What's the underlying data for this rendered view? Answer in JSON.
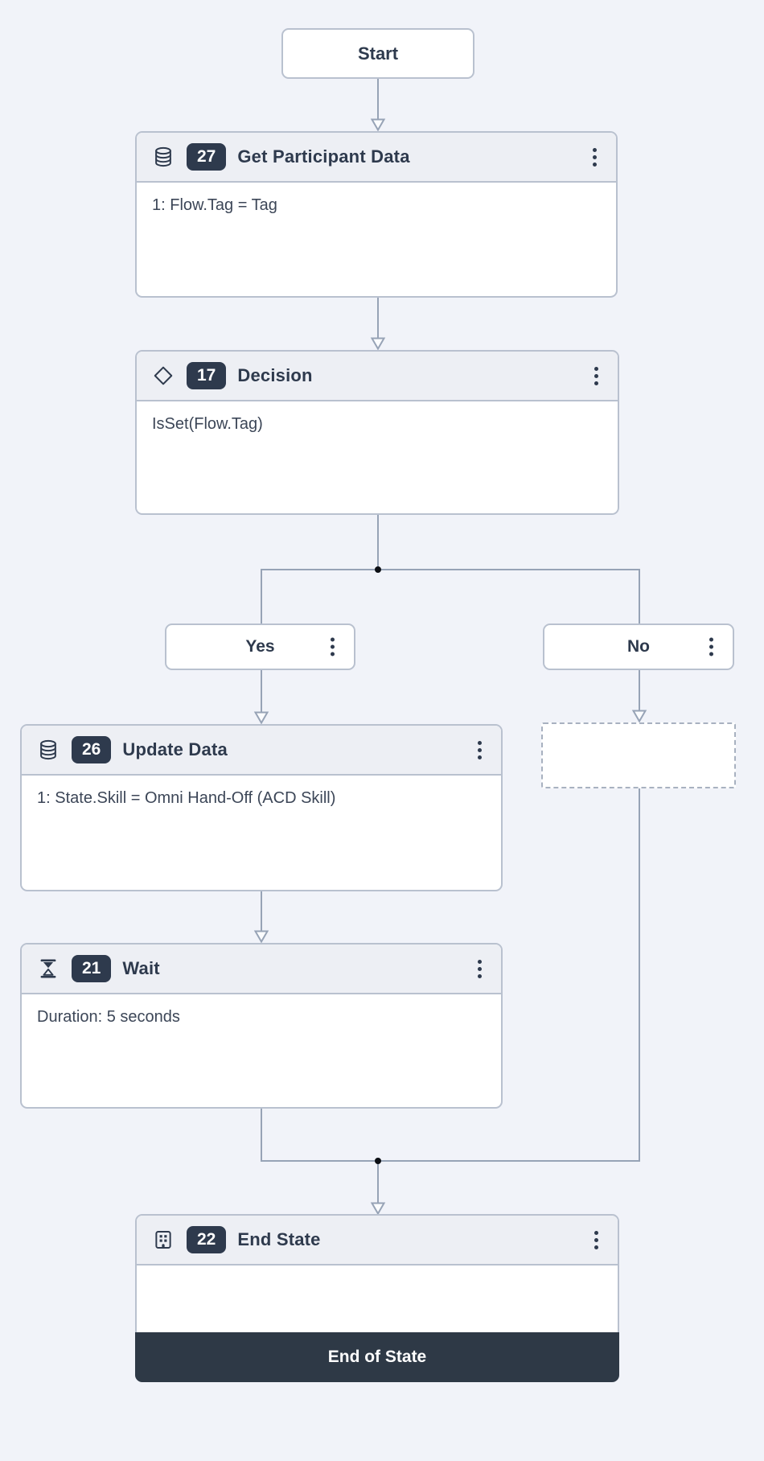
{
  "colors": {
    "canvas_bg": "#f1f3f9",
    "node_border": "#b9c1cf",
    "header_bg": "#edeff4",
    "accent_dark": "#2e3a4d",
    "connector": "#97a3b6",
    "footer_bg": "#2e3946"
  },
  "nodes": {
    "start": {
      "label": "Start"
    },
    "get_participant_data": {
      "icon": "database-icon",
      "badge": "27",
      "title": "Get Participant Data",
      "body": "1: Flow.Tag = Tag"
    },
    "decision": {
      "icon": "diamond-icon",
      "badge": "17",
      "title": "Decision",
      "body": "IsSet(Flow.Tag)"
    },
    "branch_yes": {
      "label": "Yes"
    },
    "branch_no": {
      "label": "No"
    },
    "update_data": {
      "icon": "database-icon",
      "badge": "26",
      "title": "Update Data",
      "body": "1: State.Skill = Omni Hand-Off (ACD Skill)"
    },
    "wait": {
      "icon": "hourglass-icon",
      "badge": "21",
      "title": "Wait",
      "body": "Duration: 5 seconds"
    },
    "end_state": {
      "icon": "building-icon",
      "badge": "22",
      "title": "End State",
      "body": "",
      "footer": "End of State"
    }
  }
}
